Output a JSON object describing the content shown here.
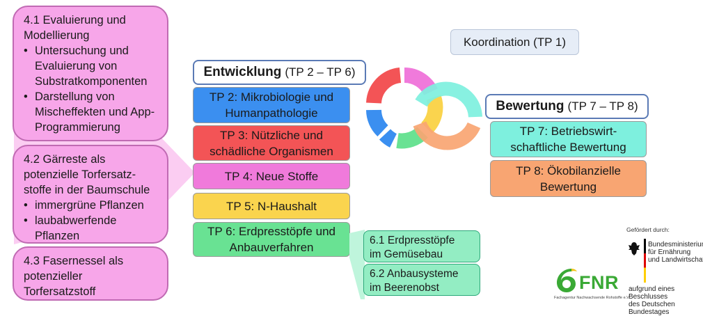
{
  "coordination": "Koordination (TP 1)",
  "entwicklung": {
    "bold": "Entwicklung",
    "rest": "(TP 2 – TP 6)"
  },
  "bewertung": {
    "bold": "Bewertung",
    "rest": "(TP 7 – TP 8)"
  },
  "tp_left": {
    "tp2": {
      "line1": "TP 2: Mikrobiologie und",
      "line2": "Humanpathologie",
      "color": "#3b8ff0"
    },
    "tp3": {
      "line1": "TP 3: Nützliche und",
      "line2": "schädliche Organismen",
      "color": "#f35456"
    },
    "tp4": {
      "line1": "TP 4: Neue Stoffe",
      "color": "#f07adb"
    },
    "tp5": {
      "line1": "TP 5: N-Haushalt",
      "color": "#fad44e"
    },
    "tp6": {
      "line1": "TP 6: Erdpresstöpfe und",
      "line2": "Anbauverfahren",
      "color": "#69e293"
    }
  },
  "tp_right": {
    "tp7": {
      "line1": "TP 7: Betriebswirt-",
      "line2": "schaftliche Bewertung",
      "color": "#7ef0de"
    },
    "tp8": {
      "line1": "TP 8: Ökobilanzielle",
      "line2": "Bewertung",
      "color": "#f8a572"
    }
  },
  "tp6_subs": {
    "s1": {
      "line1": "6.1 Erdpresstöpfe",
      "line2": "im Gemüsebau"
    },
    "s2": {
      "line1": "6.2 Anbausysteme",
      "line2": "im Beerenobst"
    }
  },
  "tp4_subs": {
    "b1": {
      "title1": "4.1 Evaluierung und",
      "title2": "Modellierung",
      "bullets": [
        [
          "Untersuchung und",
          "Evaluierung von",
          "Substratkomponenten"
        ],
        [
          "Darstellung von",
          "Mischeffekten und App-",
          "Programmierung"
        ]
      ]
    },
    "b2": {
      "title1": "4.2 Gärreste als",
      "title2": "potenzielle Torfersatz-",
      "title3": "stoffe in der Baumschule",
      "bullets": [
        [
          "immergrüne Pflanzen"
        ],
        [
          "laubabwerfende",
          "Pflanzen"
        ]
      ]
    },
    "b3": {
      "title1": "4.3 Fasernessel als",
      "title2": "potenzieller",
      "title3": "Torfersatzstoff"
    }
  },
  "funding": {
    "label": "Gefördert durch:",
    "ministry1": "Bundesministerium",
    "ministry2": "für Ernährung",
    "ministry3": "und Landwirtschaft",
    "decision1": "aufgrund eines Beschlusses",
    "decision2": "des Deutschen Bundestages",
    "fnr_logo_text": "FNR",
    "fnr_sub": "Fachagentur Nachwachsende Rohstoffe e.V."
  },
  "colors": {
    "pink_fill": "#f7a6e9",
    "pink_border": "#c06ab3",
    "cycle_blue": "#3b8ff0",
    "cycle_red": "#f35456",
    "cycle_pink": "#f07adb",
    "cycle_yellow": "#fad44e",
    "cycle_green": "#69e293",
    "cycle_cyan": "#7ef0de",
    "cycle_orange": "#f8a572",
    "fnr_green": "#3aa935"
  }
}
